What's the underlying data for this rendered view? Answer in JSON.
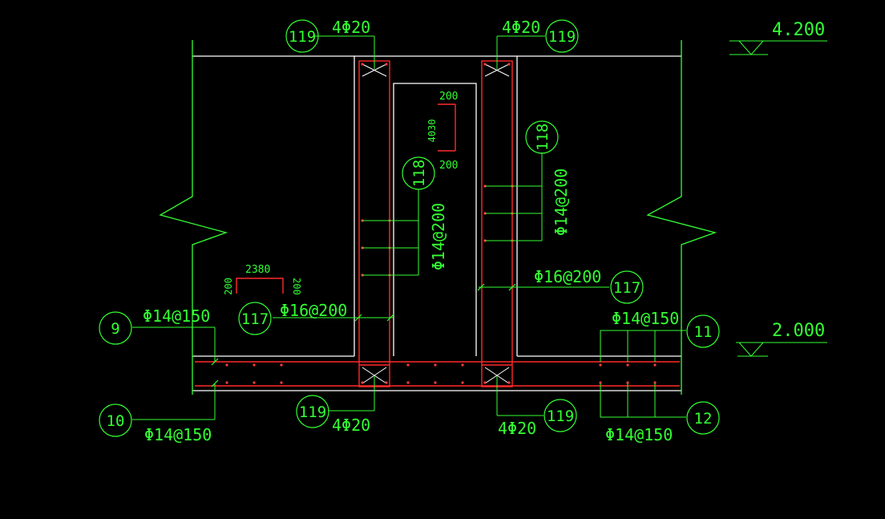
{
  "colors": {
    "background": "#000000",
    "outline": "#ffffff",
    "rebar": "#ff2a2a",
    "annotation": "#33ff33"
  },
  "elevations": {
    "top": "4.200",
    "mid": "2.000"
  },
  "callouts": {
    "c119_tl": "119",
    "c119_tr": "119",
    "c119_bl": "119",
    "c119_br": "119",
    "c118_l": "118",
    "c118_r": "118",
    "c117_l": "117",
    "c117_r": "117",
    "c9": "9",
    "c10": "10",
    "c11": "11",
    "c12": "12"
  },
  "rebar_specs": {
    "tl_top": "4Φ20",
    "tr_top": "4Φ20",
    "bl_bot": "4Φ20",
    "br_bot": "4Φ20",
    "inner_wall": "Φ14@200",
    "outer_wall": "Φ14@200",
    "left_117": "Φ16@200",
    "right_117": "Φ16@200",
    "c9_spec": "Φ14@150",
    "c10_spec": "Φ14@150",
    "c11_spec": "Φ14@150",
    "c12_spec": "Φ14@150"
  },
  "bar_shapes": {
    "shape118_top": "200",
    "shape118_mid": "4030",
    "shape118_bot": "200",
    "shape117_top": "2380",
    "shape117_left": "200",
    "shape117_right": "200"
  }
}
